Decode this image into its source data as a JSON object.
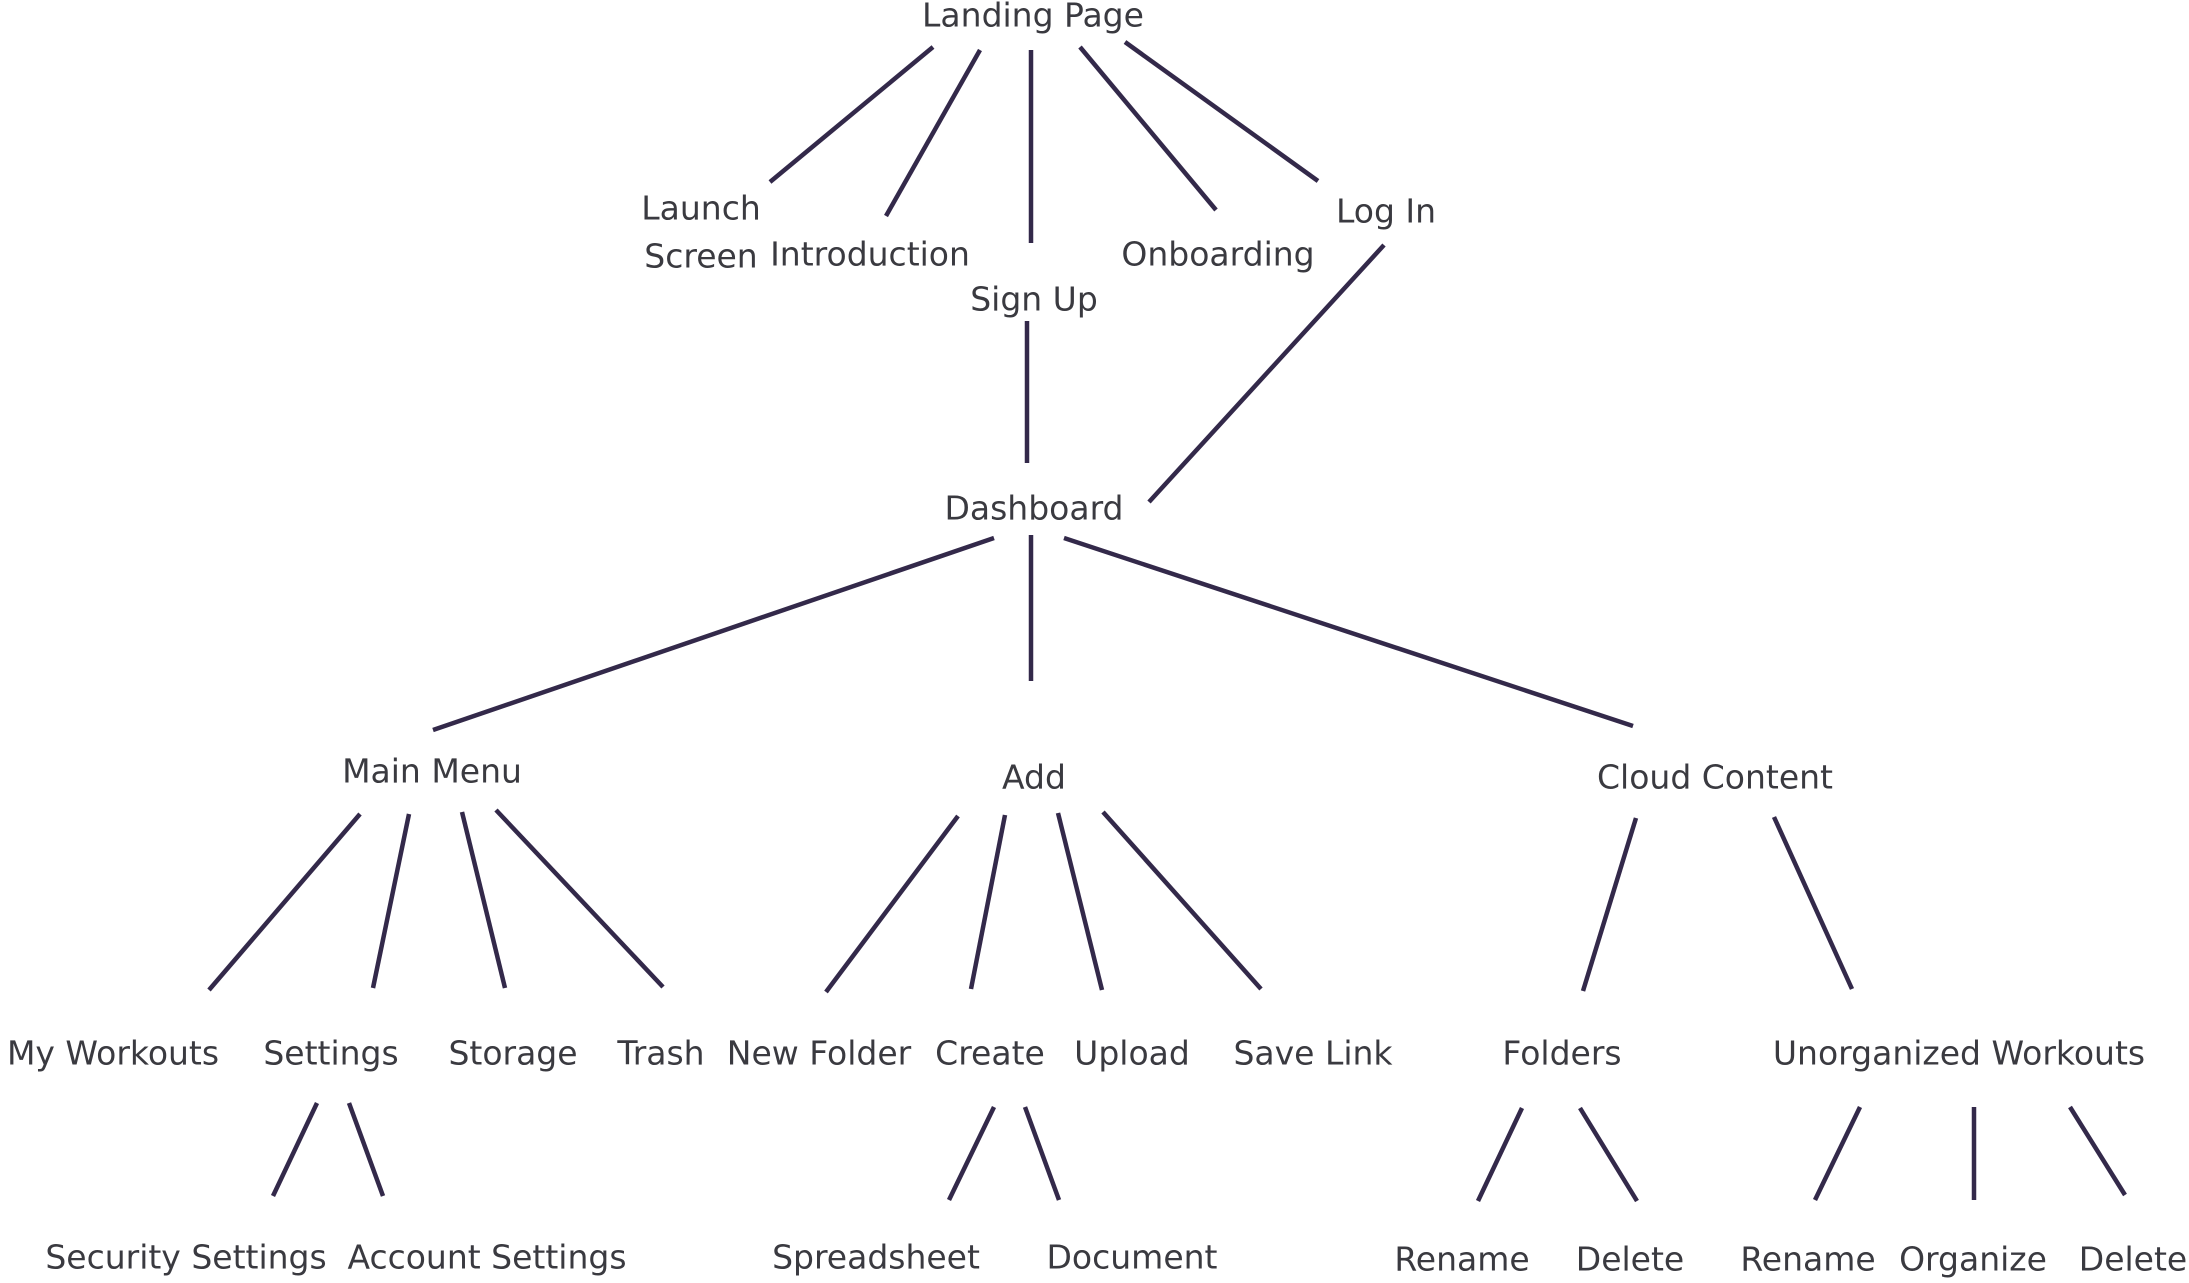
{
  "colors": {
    "connector": "#33294a",
    "label": "#3a3a40",
    "background": "#ffffff"
  },
  "nodes": {
    "landing_page": "Landing Page",
    "launch_screen_line1": "Launch",
    "launch_screen_line2": "Screen",
    "introduction": "Introduction",
    "sign_up": "Sign Up",
    "onboarding": "Onboarding",
    "log_in": "Log In",
    "dashboard": "Dashboard",
    "main_menu": "Main Menu",
    "add": "Add",
    "cloud_content": "Cloud Content",
    "my_workouts": "My Workouts",
    "settings": "Settings",
    "storage": "Storage",
    "trash": "Trash",
    "new_folder": "New Folder",
    "create": "Create",
    "upload": "Upload",
    "save_link": "Save Link",
    "folders": "Folders",
    "unorganized_workouts": "Unorganized Workouts",
    "security_settings": "Security Settings",
    "account_settings": "Account Settings",
    "spreadsheet": "Spreadsheet",
    "document": "Document",
    "folders_rename": "Rename",
    "folders_delete": "Delete",
    "unorganized_rename": "Rename",
    "unorganized_organize": "Organize",
    "unorganized_delete": "Delete"
  },
  "edges": [
    {
      "from": "Landing Page",
      "to": "Launch Screen"
    },
    {
      "from": "Landing Page",
      "to": "Introduction"
    },
    {
      "from": "Landing Page",
      "to": "Sign Up"
    },
    {
      "from": "Landing Page",
      "to": "Onboarding"
    },
    {
      "from": "Landing Page",
      "to": "Log In"
    },
    {
      "from": "Sign Up",
      "to": "Dashboard"
    },
    {
      "from": "Log In",
      "to": "Dashboard"
    },
    {
      "from": "Dashboard",
      "to": "Main Menu"
    },
    {
      "from": "Dashboard",
      "to": "Add"
    },
    {
      "from": "Dashboard",
      "to": "Cloud Content"
    },
    {
      "from": "Main Menu",
      "to": "My Workouts"
    },
    {
      "from": "Main Menu",
      "to": "Settings"
    },
    {
      "from": "Main Menu",
      "to": "Storage"
    },
    {
      "from": "Main Menu",
      "to": "Trash"
    },
    {
      "from": "Add",
      "to": "New Folder"
    },
    {
      "from": "Add",
      "to": "Create"
    },
    {
      "from": "Add",
      "to": "Upload"
    },
    {
      "from": "Add",
      "to": "Save Link"
    },
    {
      "from": "Cloud Content",
      "to": "Folders"
    },
    {
      "from": "Cloud Content",
      "to": "Unorganized Workouts"
    },
    {
      "from": "Settings",
      "to": "Security Settings"
    },
    {
      "from": "Settings",
      "to": "Account Settings"
    },
    {
      "from": "Create",
      "to": "Spreadsheet"
    },
    {
      "from": "Create",
      "to": "Document"
    },
    {
      "from": "Folders",
      "to": "Rename"
    },
    {
      "from": "Folders",
      "to": "Delete"
    },
    {
      "from": "Unorganized Workouts",
      "to": "Rename"
    },
    {
      "from": "Unorganized Workouts",
      "to": "Organize"
    },
    {
      "from": "Unorganized Workouts",
      "to": "Delete"
    }
  ]
}
